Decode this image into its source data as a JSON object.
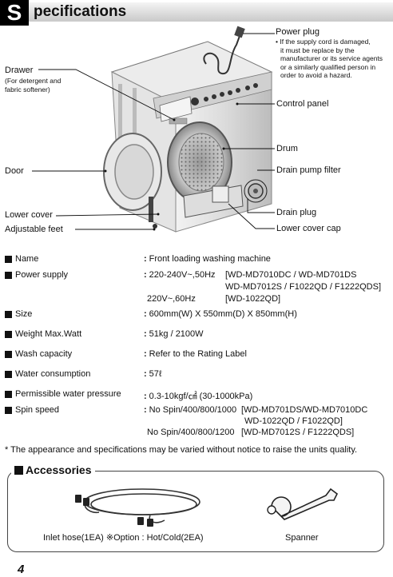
{
  "header": {
    "letter": "S",
    "title": "pecifications"
  },
  "diagram_labels": {
    "power_plug": "Power plug",
    "power_plug_note": [
      "• If the supply cord is damaged,",
      "it must be replace by the",
      "manufacturer or its service agents",
      "or a similarly qualified person in",
      "order to avoid a hazard."
    ],
    "drawer": "Drawer",
    "drawer_sub": [
      "(For detergent and",
      "fabric softener)"
    ],
    "control_panel": "Control panel",
    "drum": "Drum",
    "door": "Door",
    "drain_pump_filter": "Drain pump filter",
    "drain_plug": "Drain plug",
    "lower_cover": "Lower cover",
    "lower_cover_cap": "Lower cover cap",
    "adjustable_feet": "Adjustable feet"
  },
  "specs": [
    {
      "name": "Name",
      "value": "Front loading washing machine"
    },
    {
      "name": "Power supply",
      "value": "220-240V~,50Hz",
      "models_line1": "[WD-MD7010DC / WD-MD701DS",
      "models_line2": "WD-MD7012S / F1022QD / F1222QDS]",
      "alt_value": "220V~,60Hz",
      "alt_models": "[WD-1022QD]"
    },
    {
      "name": "Size",
      "value": "600mm(W) X 550mm(D) X 850mm(H)"
    },
    {
      "name": "Weight Max.Watt",
      "value": "51kg / 2100W"
    },
    {
      "name": "Wash capacity",
      "value": "Refer to the Rating Label"
    },
    {
      "name": "Water consumption",
      "value": "57ℓ"
    },
    {
      "name": "Permissible water pressure",
      "value": "0.3-10kgf/㎠ (30-1000kPa)"
    },
    {
      "name": "Spin speed",
      "value": "No Spin/400/800/1000",
      "models_line1": "[WD-MD701DS/WD-MD7010DC",
      "models_line2": "WD-1022QD / F1022QD]",
      "alt_value": "No Spin/400/800/1200",
      "alt_models": "[WD-MD7012S / F1222QDS]"
    }
  ],
  "note": "* The appearance and specifications may be varied without notice to raise the units quality.",
  "accessories": {
    "title": "Accessories",
    "inlet_hose": "Inlet hose(1EA) ※Option : Hot/Cold(2EA)",
    "spanner": "Spanner"
  },
  "page_number": "4"
}
